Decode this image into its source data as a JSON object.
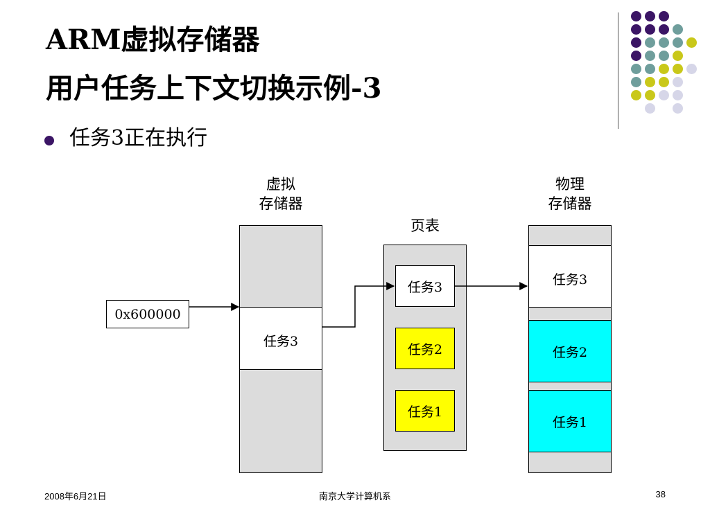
{
  "slide": {
    "title_line1": "ARM虚拟存储器",
    "title_line2": "用户任务上下文切换示例-3",
    "bullet": "任务3正在执行"
  },
  "diagram": {
    "virtual_label_line1": "虚拟",
    "virtual_label_line2": "存储器",
    "page_table_label": "页表",
    "physical_label_line1": "物理",
    "physical_label_line2": "存储器",
    "address": "0x600000",
    "virtual_task": "任务3",
    "page_table_entries": [
      "任务3",
      "任务2",
      "任务1"
    ],
    "physical_blocks": [
      "任务3",
      "任务2",
      "任务1"
    ]
  },
  "footer": {
    "date": "2008年6月21日",
    "org": "南京大学计算机系",
    "page": "38"
  },
  "colors": {
    "purple": "#3b1565",
    "teal": "#6f9e9c",
    "olive": "#c9c81a",
    "lavender": "#d6d6e8",
    "highlight_yellow": "#ffff00",
    "highlight_cyan": "#00ffff"
  }
}
